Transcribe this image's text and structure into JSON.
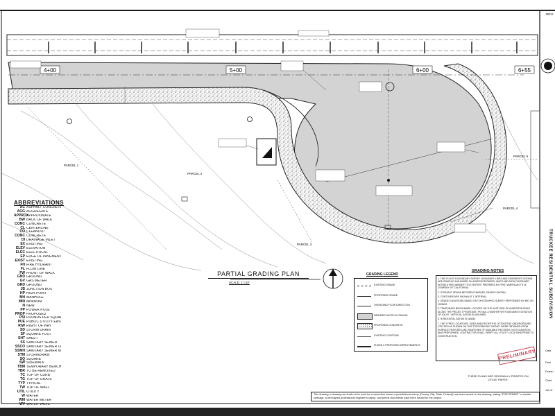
{
  "stations": [
    "4+00",
    "5+00",
    "6+00",
    "6+55"
  ],
  "parcels": [
    "PARCEL 1",
    "PARCEL 2",
    "PARCEL 3",
    "PARCEL 4",
    "PARCEL 5"
  ],
  "plan_title": "PARTIAL GRADING PLAN",
  "scale": "SCALE: 1\"=10'",
  "abbreviations_title": "ABBREVIATIONS",
  "abbreviations": [
    [
      "AC",
      "ASPHALT CONCRETE"
    ],
    [
      "AGG",
      "AGGREGATE"
    ],
    [
      "APPROX",
      "APPROXIMATE"
    ],
    [
      "BW",
      "BACK OF WALK"
    ],
    [
      "CONC",
      "CONCRETE"
    ],
    [
      "CL",
      "CENTERLINE"
    ],
    [
      "CO",
      "CLEANOUT"
    ],
    [
      "CONC",
      "CONCRETE"
    ],
    [
      "DI",
      "DRAINAGE INLET"
    ],
    [
      "EX",
      "EXISTING"
    ],
    [
      "ELEV",
      "ELEVATION"
    ],
    [
      "ELEC",
      "ELECTRICAL"
    ],
    [
      "EP",
      "EDGE OF PAVEMENT"
    ],
    [
      "EXIST",
      "EXISTING"
    ],
    [
      "FH",
      "FIRE HYDRANT"
    ],
    [
      "FL",
      "FLOW LINE"
    ],
    [
      "FW",
      "FRONT OF WALK"
    ],
    [
      "GND",
      "GROUND"
    ],
    [
      "GV",
      "GAS METER"
    ],
    [
      "GRD",
      "GROUND"
    ],
    [
      "JB",
      "JUNCTION BOX"
    ],
    [
      "HP",
      "HIGH POINT"
    ],
    [
      "MH",
      "MANHOLE"
    ],
    [
      "MIN",
      "MINIMUM"
    ],
    [
      "N",
      "NEW"
    ],
    [
      "PP",
      "POWER POLE"
    ],
    [
      "PROP",
      "PROPOSED"
    ],
    [
      "PSI",
      "POUNDS PER SQUARE INCH"
    ],
    [
      "PUE",
      "PUBLIC UTILITY EASEMENT"
    ],
    [
      "R/W",
      "RIGHT OF WAY"
    ],
    [
      "SD",
      "STORM DRAIN"
    ],
    [
      "SF",
      "SQUARE FOOT"
    ],
    [
      "SHT",
      "SHEET"
    ],
    [
      "SS",
      "SANITARY SEWER"
    ],
    [
      "SSCO",
      "SANITARY SEWER CLEANOUT"
    ],
    [
      "SSMH",
      "SANITARY SEWER MANHOLE"
    ],
    [
      "STM",
      "STORMDRAIN"
    ],
    [
      "SQ",
      "SQUARE"
    ],
    [
      "SW",
      "SIDEWALK"
    ],
    [
      "TBM",
      "TEMPORARY BENCH MARK"
    ],
    [
      "TBR",
      "TO BE REMOVED"
    ],
    [
      "TC",
      "TOP OF CURB"
    ],
    [
      "TG",
      "TOP OF GRATE"
    ],
    [
      "TYP",
      "TYPICAL"
    ],
    [
      "TW",
      "TOP OF WALL"
    ],
    [
      "UTIL",
      "UTILITY"
    ],
    [
      "W",
      "WATER"
    ],
    [
      "WM",
      "WATER METER"
    ],
    [
      "WV",
      "WATER VALVE"
    ]
  ],
  "grading_legend": {
    "title": "GRADING LEGEND",
    "items": [
      "EXISTING GRADE",
      "PROPOSED GRADE",
      "OVERLAND FLOW DIRECTION",
      "NEW/REPLACED AC PAVING",
      "PROPOSED CONCRETE",
      "EXISTING CONTOUR",
      "PHASE 2 PROPOSED IMPROVEMENTS"
    ]
  },
  "grading_notes": {
    "title": "GRADING NOTES",
    "items": [
      "1. THIS IS NOT A BOUNDARY SURVEY. BOUNDARY LINES AND EASEMENTS SHOWN ARE GRAPHIC AND BASED ON ASSESSOR PARCEL MAPS AND DATA CONTAINED WITHIN A PRELIMINARY TITLE REPORT PREPARED BY FIRST AMERICAN TITLE COMPANY OF CALIFORNIA.",
      "2. STRAIGHT GRADE BETWEEN FINISHED GRADES SHOWN.",
      "3. CONTOURS ARE SHOWN AT 1' INTERVAL.",
      "4. GRADE ELEVATIONS BASED ON TOPOGRAPHIC SURVEY PERFORMED BY MID ON 10/05/20.",
      "5. TEMPORARY BENCHMARK LOCATED ON THE EAST SIDE OF ANDERSON ROAD ALONG THE PROJECT FRONTAGE. PK NAIL & WASHER WITH ASSUMED ELEVATION OF 100.00'. VERTICAL DATUM IS ASSUMED.",
      "6. HORIZONTAL DATUM IS NAD83.",
      "7. THE TYPES, LOCATIONS, SIZES AND/OR DEPTHS OF EXISTING UNDERGROUND UTILITIES AS SHOWN ON THIS TOPOGRAPHIC SURVEY WERE OBTAINED FROM SURFACE FEATURES AND SEARCHES OF AVAILABLE RECORDS. NO EXCAVATION WAS PERFORMED. CONTRACTOR SHALL VERIFY ALL UTILITY LOCATIONS PRIOR TO CONSTRUCTION."
    ]
  },
  "stamp": "PRELIMINARY",
  "printed_note": "THESE PLANS ARE ORIGINALLY PRINTED ON 22\"x34\" PAPER.",
  "disclaimer": "This drawing or drawing set shall not be used for construction unless a jurisdictional stamp (County, City, State, Federal) has been issued on the drawing, stating \"FOR PERMIT\" or similar verbiage, a wet signed professional engineer's stamp, and permit documents have been issued for the project.",
  "title_block": {
    "rev_label": "REVI",
    "project_title": "TRUCKEE RESIDENTIAL SUBDIVISION",
    "cells": [
      "Date",
      "Desi",
      "Drawn",
      "Chkd",
      "Job N"
    ]
  },
  "colors": {
    "pavement": "#d3d3d3",
    "concrete": "#f4f4f4",
    "line": "#111111",
    "stamp": "#cc4455"
  }
}
